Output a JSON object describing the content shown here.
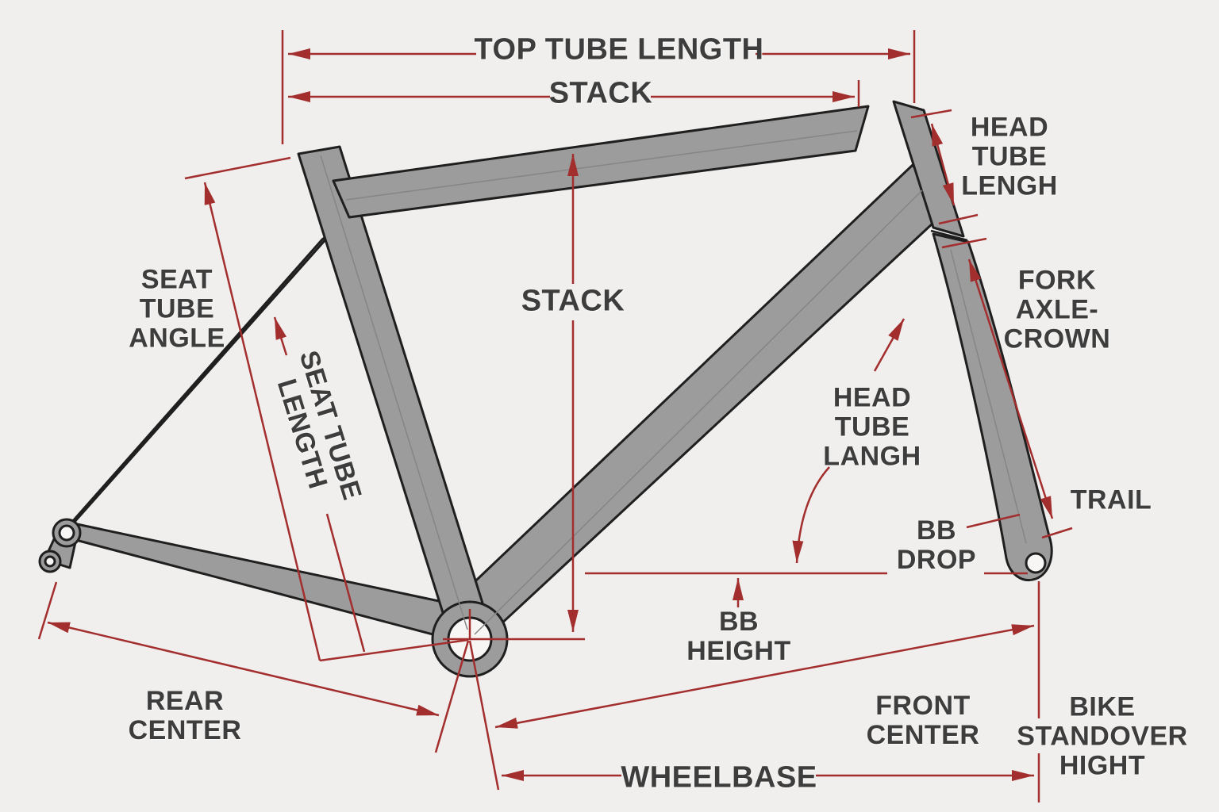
{
  "title": "Bicycle frame geometry diagram",
  "colors": {
    "background": "#f0efed",
    "frame_fill": "#9c9c9c",
    "frame_outline": "#1f1f1f",
    "dimension_red": "#a32e2e",
    "label_text": "#3d3d3d",
    "hole_fill": "#f7f6f4"
  },
  "labels": {
    "top_tube_length": "TOP TUBE LENGTH",
    "stack_top": "STACK",
    "head_tube_length": "HEAD\nTUBE\nLENGH",
    "seat_tube_angle": "SEAT\nTUBE\nANGLE",
    "seat_tube_length": "SEAT TUBE\nLENGTH",
    "stack_center": "STACK",
    "fork_axle_crown": "FORK\nAXLE-\nCROWN",
    "head_tube_angle": "HEAD\nTUBE\nLANGH",
    "trail": "TRAIL",
    "bb_drop": "BB\nDROP",
    "bb_height": "BB\nHEIGHT",
    "rear_center": "REAR\nCENTER",
    "front_center": "FRONT\nCENTER",
    "bike_standover_height": "BIKE\nSTANDOVER\nHIGHT",
    "wheelbase": "WHEELBASE"
  }
}
